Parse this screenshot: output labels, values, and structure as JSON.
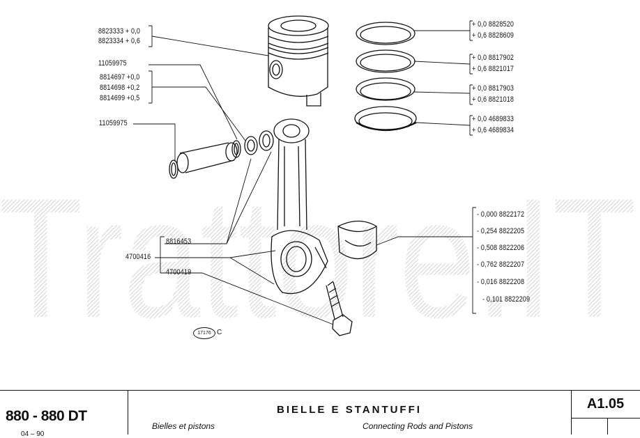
{
  "watermark": "Trattore.IT",
  "part_labels": {
    "piston_a": "8823333 + 0,0",
    "piston_b": "8823334 + 0,6",
    "circlip_top": "11059975",
    "bush_a": "8814697 +0,0",
    "bush_b": "8814698 +0,2",
    "bush_c": "8814699 +0,5",
    "circlip_left": "11059975",
    "ring1_a": "+ 0,0 8828520",
    "ring1_b": "+ 0,6 8828609",
    "ring2_a": "+ 0,0 8817902",
    "ring2_b": "+ 0,6 8821017",
    "ring3_a": "+ 0,0 8817903",
    "ring3_b": "+ 0,6 8821018",
    "ring4_a": "+ 0,0 4689833",
    "ring4_b": "+ 0,6 4689834",
    "rod_bush": "8816453",
    "rod": "4700416",
    "rod_bolt": "4700419",
    "bearing_1": "- 0,000 8822172",
    "bearing_2": "- 0,254 8822205",
    "bearing_3": "- 0,508 8822206",
    "bearing_4": "- 0,762 8822207",
    "bearing_5": "- 0,016 8822208",
    "bearing_6": "- 0,101 8822209"
  },
  "figure_ref": {
    "number": "17176",
    "suffix": "C"
  },
  "title_block": {
    "model": "880 - 880 DT",
    "model_sub": "04 – 90",
    "title_it": "BIELLE E STANTUFFI",
    "title_fr": "Bielles et pistons",
    "title_en": "Connecting Rods and Pistons",
    "page_code": "A1.05"
  }
}
